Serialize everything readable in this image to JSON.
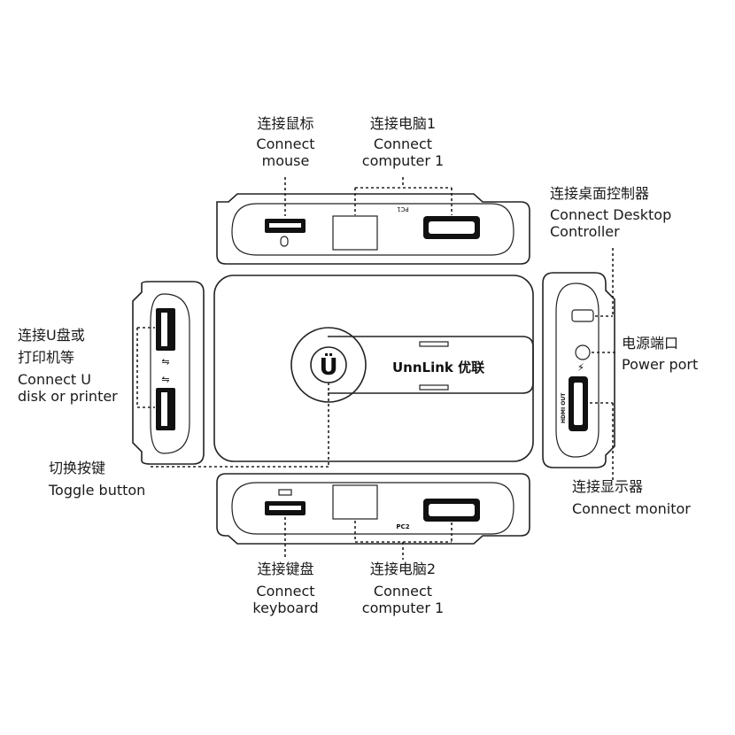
{
  "labels": {
    "mouse": {
      "zh": "连接鼠标",
      "en1": "Connect",
      "en2": "mouse"
    },
    "pc1": {
      "zh": "连接电脑1",
      "en1": "Connect",
      "en2": "computer 1"
    },
    "desktop": {
      "zh": "连接桌面控制器",
      "en1": "Connect Desktop",
      "en2": "Controller"
    },
    "usb": {
      "zh1": "连接U盘或",
      "zh2": "打印机等",
      "en1": "Connect U",
      "en2": "disk or printer"
    },
    "power": {
      "zh": "电源端口",
      "en": "Power port"
    },
    "toggle": {
      "zh": "切换按键",
      "en": "Toggle button"
    },
    "monitor": {
      "zh": "连接显示器",
      "en": "Connect monitor"
    },
    "keyboard": {
      "zh": "连接键盘",
      "en1": "Connect",
      "en2": "keyboard"
    },
    "pc2": {
      "zh": "连接电脑2",
      "en1": "Connect",
      "en2": "computer 1"
    }
  },
  "device": {
    "brand": "UnnLink 优联",
    "button_glyph": "Ü",
    "top_port_label": "PC1",
    "bottom_port_label": "PC2",
    "hdmi_label": "HDMI OUT"
  }
}
